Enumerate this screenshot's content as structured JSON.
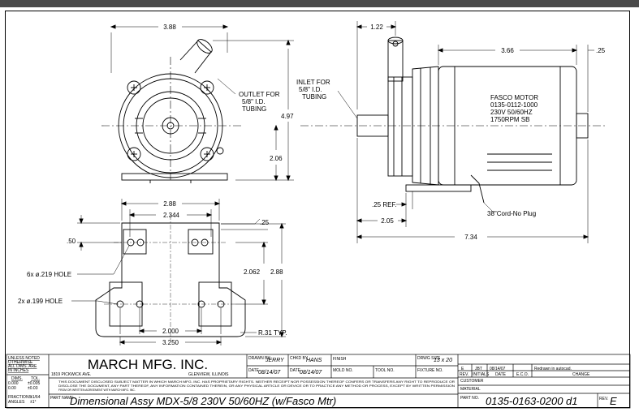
{
  "front_view": {
    "width_dim": "3.88",
    "outlet_note": [
      "OUTLET FOR",
      "5/8\" I.D.",
      "TUBING"
    ],
    "height_dim": "4.97",
    "center_dim": "2.06"
  },
  "side_view": {
    "inlet_dim": "1.22",
    "inlet_note": [
      "INLET FOR",
      "5/8\" I.D.",
      "TUBING"
    ],
    "motor_dim": "3.66",
    "offset_dim": ".25",
    "motor_label": [
      "FASCO MOTOR",
      "0135-0112-1000",
      "230V 50/60HZ",
      "1750RPM SB"
    ],
    "ref_dim": ".25 REF.",
    "base_dim": "2.05",
    "cord_note": "38\"Cord-No Plug",
    "length_dim": "7.34"
  },
  "base_view": {
    "width_outer": "2.88",
    "width_inner": "2.344",
    "thick_dim": ".25",
    "edge_dim": ".50",
    "hole_note_1": "6x ø.219 HOLE",
    "hole_note_2": "2x ø.199 HOLE",
    "height_inner": "2.062",
    "height_outer": "2.88",
    "spacing_inner": "2.000",
    "spacing_outer": "3.250",
    "radius_note": "R.31 TYP."
  },
  "title_block": {
    "unless_noted": [
      "UNLESS NOTED",
      "OTHERWISE",
      "ALL DIMS. ARE",
      "IN INCHES"
    ],
    "tolerances": {
      "header": [
        "DIMS.",
        "TOL."
      ],
      "rows": [
        [
          "0.000",
          "±0.005"
        ],
        [
          "0.00",
          "±0.03"
        ],
        [
          "FRACTIONS",
          "±1/64"
        ],
        [
          "ANGLES",
          "±1°"
        ]
      ]
    },
    "company": "MARCH MFG. INC.",
    "address": "1819 PICKWICK AVE.",
    "city": "GLENVIEW, ILLINOIS",
    "disclaimer": [
      "THIS DOCUMENT DISCLOSED SUBJECT MATTER IN WHICH MARCH MFG. INC. HAS PROPRIETARY RIGHTS. NEITHER RECEIPT NOR POSSESSION THEREOF CONFERS OR TRANSFERS ANY RIGHT TO REPRODUCE OR",
      "DISCLOSE THE DOCUMENT, ANY PART THEREOF, ANY INFORMATION CONTAINED THEREIN, OR ANY PHYSICAL ARTICLE OR DEVICE OR TO PRACTICE ANY METHOD OR PROCESS, EXCEPT BY WRITTEN PERMISSION",
      "FROM OR WRITTEN AGREEMENT WITH MARCH MFG. INC."
    ],
    "drawn_by_label": "DRAWN BY",
    "drawn_by": "JERRY",
    "chkd_by_label": "CHKD BY",
    "chkd_by": "HANS",
    "date_label": "DATE",
    "drawn_date": "08/14/07",
    "chkd_date": "08/14/07",
    "finish_label": "FINISH",
    "mold_label": "MOLD NO.",
    "tool_label": "TOOL NO.",
    "fixture_label": "FIXTURE NO.",
    "dwg_size_label": "DRWG SIZE",
    "dwg_size": "13 x 20",
    "part_name_label": "PART NAME",
    "part_name": "Dimensional Assy MDX-5/8 230V 50/60HZ (w/Fasco Mtr)",
    "revision_row": [
      "E",
      "JBT",
      "08/14/07",
      "",
      "Redrawn in autocad."
    ],
    "revision_header": [
      "REV.",
      "INITIALS",
      "DATE",
      "E.C.O.",
      "CHANGE"
    ],
    "customer_label": "CUSTOMER",
    "material_label": "MATERIAL",
    "part_no_label": "PART NO.",
    "part_no": "0135-0163-0200 d1",
    "rev_label": "REV.",
    "rev": "E"
  }
}
